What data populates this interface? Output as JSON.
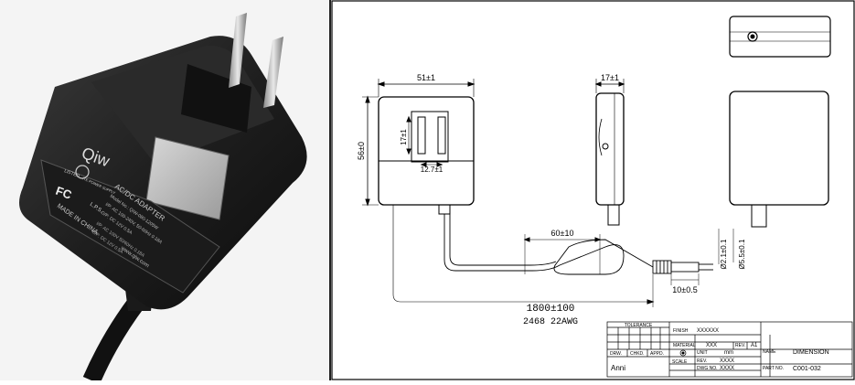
{
  "photo": {
    "brand": "Qiw",
    "label_title": "AC/DC ADAPTER",
    "model": "Model No.: QIW-080-1205W",
    "input_line": "I/P: AC 100-240V, 50-60Hz 0.18A",
    "output_line": "O/P: DC 12V 0.5A",
    "extra_line": "I/P: AC 100V 50/60Hz 0.18A",
    "extra_line2": "O/P: DC 12V 0.5A",
    "website": "www.qiw.com",
    "origin": "MADE IN CHINA",
    "listed": "LISTED",
    "lps": "L.P.S.",
    "fc": "FC",
    "ite": "ITE POWER SUPPLY"
  },
  "drawing": {
    "dim_width": "51±1",
    "dim_height": "56±0",
    "dim_depth": "17±1",
    "dim_prong_len": "17±1",
    "dim_prong_gap": "12.7±1",
    "dim_strain": "60±10",
    "dim_d1": "Ø2.1±0.1",
    "dim_d2": "Ø5.5±0.1",
    "dim_plug": "10±0.5",
    "dim_cable": "1800±100",
    "cable_spec": "2468 22AWG"
  },
  "title_block": {
    "tolerance": "TOLERANCE",
    "finish_label": "FINISH",
    "finish_value": "XXXXXX",
    "material_label": "MATERIAL",
    "material_value": "XXX",
    "rev_label": "REV.",
    "rev_value": "A1",
    "unit_label": "UNIT",
    "unit_value": "mm",
    "drw_label": "DRW.",
    "chkd_label": "CHKD.",
    "appd_label": "APPD.",
    "scale_label": "SCALE",
    "rev2_label": "REV.",
    "rev2_value": "XXXX",
    "dwg_label": "DWG NO.",
    "dwg_value": "XXXX",
    "name_label": "NAME",
    "name_value": "DIMENSION",
    "part_label": "PART NO.",
    "part_value": "C001-032",
    "drawer": "Anni"
  }
}
